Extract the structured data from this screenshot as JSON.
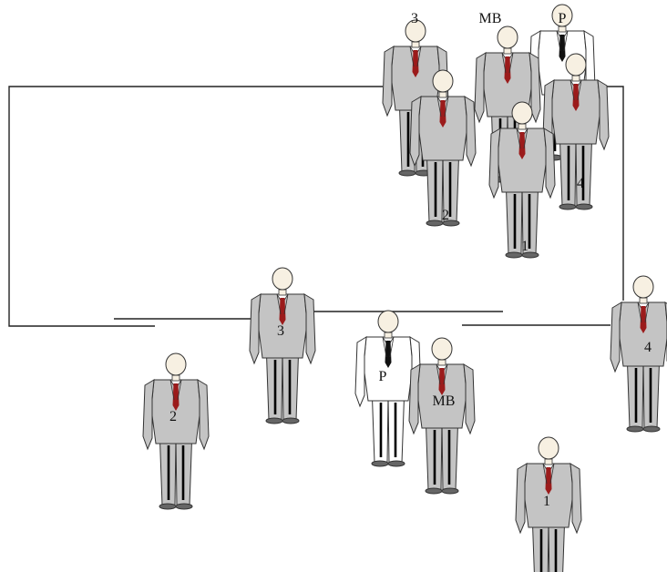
{
  "colors": {
    "suit_gray": "#c4c4c4",
    "suit_white": "#ffffff",
    "outline": "#333333",
    "tie_red": "#9b1b1b",
    "tie_black": "#111111",
    "head": "#f7f0e2",
    "line": "#222222"
  },
  "figure_types": {
    "gray": "gray-suit-person-icon",
    "white": "white-suit-person-icon"
  },
  "top_group": {
    "labels": {
      "fig3": "3",
      "mb": "MB",
      "p": "P",
      "fig4": "4",
      "fig2": "2",
      "fig1": "1"
    }
  },
  "bottom_group": {
    "labels": {
      "fig3": "3",
      "p": "P",
      "mb": "MB",
      "fig2": "2",
      "fig4": "4",
      "fig1": "1"
    }
  }
}
